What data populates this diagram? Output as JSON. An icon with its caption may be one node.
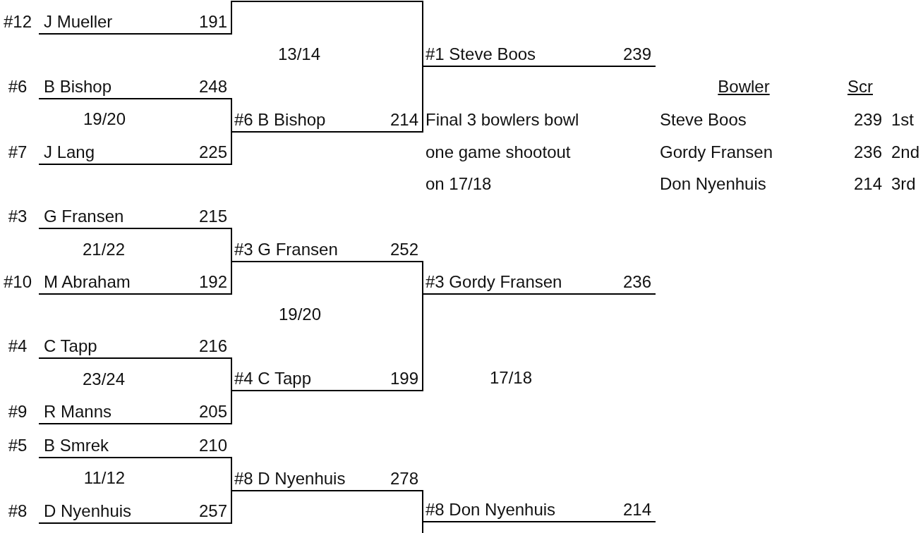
{
  "diagram": {
    "nodes": [
      {
        "text": [],
        "shape": "line"
      },
      {
        "text": [
          "J Mueller",
          "191"
        ],
        "beside": [
          "#12"
        ]
      },
      {
        "text": [
          "#1 Steve Boos",
          "239"
        ]
      },
      {
        "text": [
          "B Bishop",
          "248"
        ],
        "beside": [
          "#6"
        ]
      },
      {
        "text": [
          "#6 B Bishop",
          "214"
        ]
      },
      {
        "text": [
          "J Lang",
          "225"
        ],
        "beside": [
          "#7"
        ]
      },
      {
        "text": [
          "G Fransen",
          "215"
        ],
        "beside": [
          "#3"
        ]
      },
      {
        "text": [
          "#3 G Fransen",
          "252"
        ]
      },
      {
        "text": [
          "M Abraham",
          "192"
        ],
        "beside": [
          "#10"
        ]
      },
      {
        "text": [
          "#3 Gordy Fransen",
          "236"
        ]
      },
      {
        "text": [
          "C Tapp",
          "216"
        ],
        "beside": [
          "#4"
        ]
      },
      {
        "text": [
          "#4 C Tapp",
          "199"
        ]
      },
      {
        "text": [
          "R Manns",
          "205"
        ],
        "beside": [
          "#9"
        ]
      },
      {
        "text": [
          "B Smrek",
          "210"
        ],
        "beside": [
          "#5"
        ]
      },
      {
        "text": [
          "#8 D Nyenhuis",
          "278"
        ]
      },
      {
        "text": [
          "D Nyenhuis",
          "257"
        ],
        "beside": [
          "#8"
        ]
      },
      {
        "text": [
          "#8 Don Nyenhuis",
          "214"
        ]
      }
    ],
    "edges": [
      {
        "from": 1,
        "to": 0,
        "arrow": "none"
      },
      {
        "from": 3,
        "to": 4,
        "arrow": "none"
      },
      {
        "from": 5,
        "to": 4,
        "arrow": "none"
      },
      {
        "from": 6,
        "to": 7,
        "arrow": "none"
      },
      {
        "from": 8,
        "to": 7,
        "arrow": "none"
      },
      {
        "from": 10,
        "to": 11,
        "arrow": "none"
      },
      {
        "from": 12,
        "to": 11,
        "arrow": "none"
      },
      {
        "from": 13,
        "to": 14,
        "arrow": "none"
      },
      {
        "from": 15,
        "to": 14,
        "arrow": "none"
      },
      {
        "from": 0,
        "to": 2,
        "arrow": "none"
      },
      {
        "from": 4,
        "to": 2,
        "arrow": "none"
      },
      {
        "from": 7,
        "to": 9,
        "arrow": "none"
      },
      {
        "from": 11,
        "to": 9,
        "arrow": "none"
      },
      {
        "from": 14,
        "to": 16,
        "arrow": "none"
      },
      {
        "from": null,
        "to": 16,
        "arrow": "none"
      }
    ],
    "labels": [
      "13/14",
      "Bowler",
      "Scr",
      "19/20",
      "Final 3 bowlers bowl one game shootout on 17/18",
      "Steve Boos",
      "239",
      "1st",
      "Gordy Fransen",
      "236",
      "2nd",
      "Don Nyenhuis",
      "214",
      "3rd",
      "21/22",
      "19/20",
      "23/24",
      "17/18",
      "11/12"
    ]
  }
}
